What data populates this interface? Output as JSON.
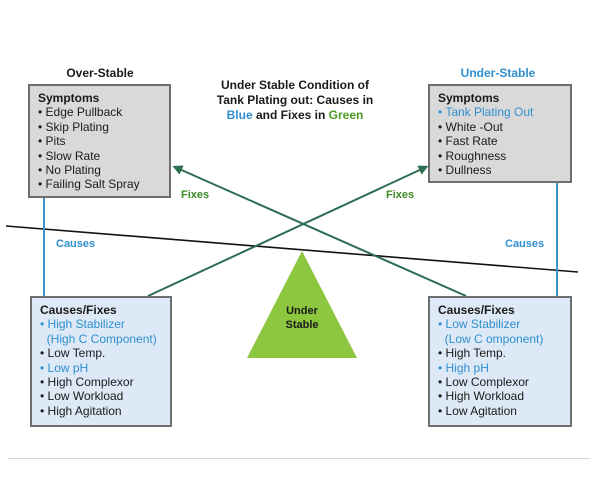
{
  "over_stable": {
    "heading": "Over-Stable",
    "symptoms_title": "Symptoms",
    "symptoms": [
      {
        "text": "• Edge Pullback",
        "color": "#1a1a1a"
      },
      {
        "text": "• Skip Plating",
        "color": "#1a1a1a"
      },
      {
        "text": "• Pits",
        "color": "#1a1a1a"
      },
      {
        "text": "• Slow Rate",
        "color": "#1a1a1a"
      },
      {
        "text": "• No Plating",
        "color": "#1a1a1a"
      },
      {
        "text": "• Failing Salt Spray",
        "color": "#1a1a1a"
      }
    ],
    "causes_title": "Causes/Fixes",
    "causes": [
      {
        "text": "• High Stabilizer",
        "color": "#2f8fcf"
      },
      {
        "text": "  (High C Component)",
        "color": "#2f8fcf"
      },
      {
        "text": "• Low Temp.",
        "color": "#1a1a1a"
      },
      {
        "text": "• Low pH",
        "color": "#2f8fcf"
      },
      {
        "text": "• High Complexor",
        "color": "#1a1a1a"
      },
      {
        "text": "• Low Workload",
        "color": "#1a1a1a"
      },
      {
        "text": "• High Agitation",
        "color": "#1a1a1a"
      }
    ]
  },
  "under_stable": {
    "heading": "Under-Stable",
    "symptoms_title": "Symptoms",
    "symptoms": [
      {
        "text": "• Tank Plating Out",
        "color": "#2f8fcf"
      },
      {
        "text": "• White -Out",
        "color": "#1a1a1a"
      },
      {
        "text": "• Fast Rate",
        "color": "#1a1a1a"
      },
      {
        "text": "• Roughness",
        "color": "#1a1a1a"
      },
      {
        "text": "• Dullness",
        "color": "#1a1a1a"
      }
    ],
    "causes_title": "Causes/Fixes",
    "causes": [
      {
        "text": "• Low Stabilizer",
        "color": "#2f8fcf"
      },
      {
        "text": "  (Low C omponent)",
        "color": "#2f8fcf"
      },
      {
        "text": "• High Temp.",
        "color": "#1a1a1a"
      },
      {
        "text": "• High pH",
        "color": "#2f8fcf"
      },
      {
        "text": "• Low Complexor",
        "color": "#1a1a1a"
      },
      {
        "text": "• High Workload",
        "color": "#1a1a1a"
      },
      {
        "text": "• Low Agitation",
        "color": "#1a1a1a"
      }
    ]
  },
  "center_title": {
    "line1": "Under Stable Condition of",
    "line2": "Tank Plating out: Causes in",
    "blue_word": "Blue",
    "and_fixes_in": " and Fixes in ",
    "green_word": "Green"
  },
  "labels": {
    "causes_left": "Causes",
    "causes_right": "Causes",
    "fixes_left": "Fixes",
    "fixes_right": "Fixes"
  },
  "triangle": {
    "line1": "Under",
    "line2": "Stable",
    "color": "#8dc63f"
  },
  "colors": {
    "blue": "#2f8fcf",
    "green": "#4b9a25",
    "arrow_blue": "#3c94c9",
    "arrow_green": "#2c6e50",
    "box_gray": "#d9d9d9",
    "box_light": "#dde9f6"
  }
}
